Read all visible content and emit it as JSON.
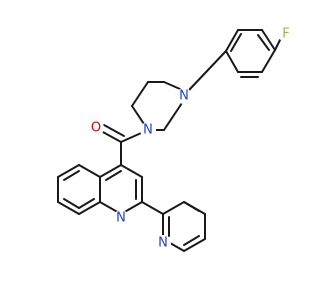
{
  "molecule": {
    "atoms": [
      {
        "id": "F",
        "label": "F",
        "color": "#8fbf3f"
      },
      {
        "id": "N_pip_top",
        "label": "N",
        "color": "#1f3fd6"
      },
      {
        "id": "N_pip_bottom",
        "label": "N",
        "color": "#1f3fd6"
      },
      {
        "id": "O",
        "label": "O",
        "color": "#e00000"
      },
      {
        "id": "N_quinoline",
        "label": "N",
        "color": "#1f3fd6"
      },
      {
        "id": "N_pyridine",
        "label": "N",
        "color": "#1f3fd6"
      }
    ],
    "bond_color": "#1a1a1a"
  }
}
